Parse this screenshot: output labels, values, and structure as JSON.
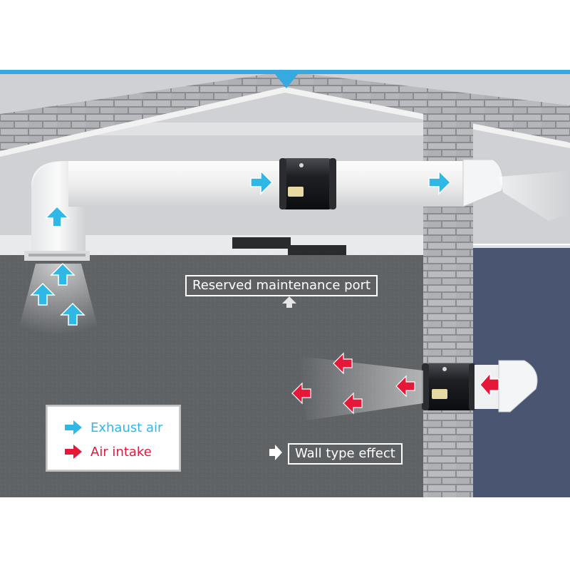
{
  "labels": {
    "maintenance_port": "Reserved maintenance port",
    "wall_type": "Wall type effect"
  },
  "legend": {
    "exhaust": "Exhaust air",
    "intake": "Air intake"
  },
  "colors": {
    "exhaust": "#2fb8e6",
    "intake": "#e5183a",
    "banner": "#36a9e1",
    "wall": "#616467",
    "door": "#4a5572"
  }
}
